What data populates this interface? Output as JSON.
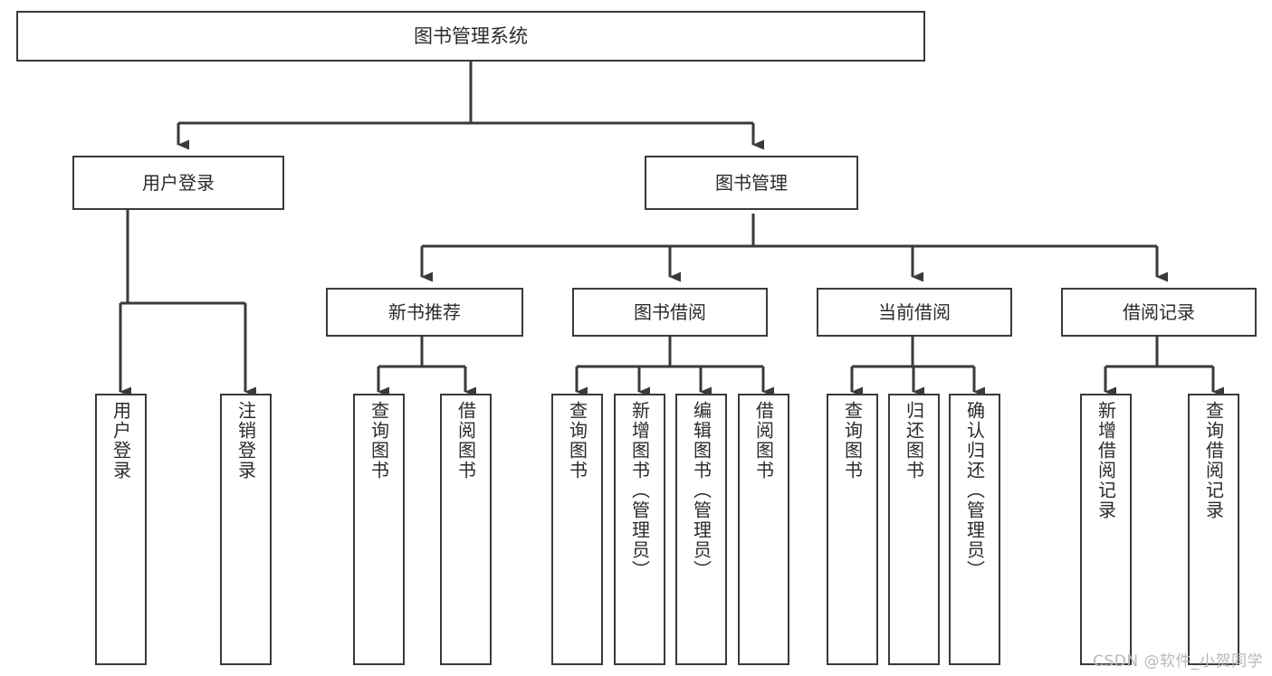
{
  "diagram": {
    "title": "图书管理系统",
    "type": "hierarchy-tree",
    "colors": {
      "box_border": "#3a3a3a",
      "box_fill": "#ffffff",
      "edge": "#3a3a3a",
      "text": "#2b2b2b",
      "watermark": "#b8b8b8"
    },
    "nodes": {
      "root": {
        "label": "图书管理系统"
      },
      "level2": [
        {
          "label": "用户登录"
        },
        {
          "label": "图书管理"
        }
      ],
      "level3": [
        {
          "label": "新书推荐"
        },
        {
          "label": "图书借阅"
        },
        {
          "label": "当前借阅"
        },
        {
          "label": "借阅记录"
        }
      ],
      "leaves": [
        {
          "label": "用户登录",
          "parent": "用户登录"
        },
        {
          "label": "注销登录",
          "parent": "用户登录"
        },
        {
          "label": "查询图书",
          "parent": "新书推荐"
        },
        {
          "label": "借阅图书",
          "parent": "新书推荐"
        },
        {
          "label": "查询图书",
          "parent": "图书借阅"
        },
        {
          "label": "新增图书（管理员）",
          "parent": "图书借阅"
        },
        {
          "label": "编辑图书（管理员）",
          "parent": "图书借阅"
        },
        {
          "label": "借阅图书",
          "parent": "图书借阅"
        },
        {
          "label": "查询图书",
          "parent": "当前借阅"
        },
        {
          "label": "归还图书",
          "parent": "当前借阅"
        },
        {
          "label": "确认归还（管理员）",
          "parent": "当前借阅"
        },
        {
          "label": "新增借阅记录",
          "parent": "借阅记录"
        },
        {
          "label": "查询借阅记录",
          "parent": "借阅记录"
        }
      ]
    },
    "watermark": "CSDN @软件_小贺同学"
  }
}
